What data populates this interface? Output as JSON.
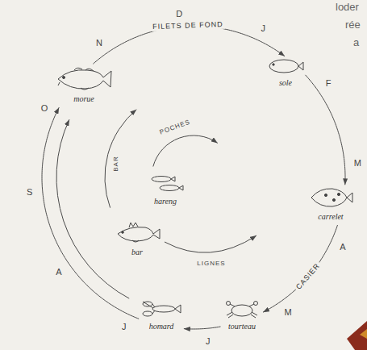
{
  "diagram": {
    "nodes": [
      {
        "text": [
          "morue"
        ]
      },
      {
        "text": [
          "sole"
        ]
      },
      {
        "text": [
          "carrelet"
        ]
      },
      {
        "text": [
          "tourteau"
        ]
      },
      {
        "text": [
          "homard"
        ]
      },
      {
        "text": [
          "hareng"
        ]
      },
      {
        "text": [
          "bar"
        ]
      }
    ],
    "edges": [
      {
        "from": 0,
        "to": 1,
        "arrow": "to",
        "label": "FILETS DE FOND"
      },
      {
        "from": 1,
        "to": 2,
        "arrow": "to"
      },
      {
        "from": 2,
        "to": 3,
        "arrow": "to",
        "label": "CASIER"
      },
      {
        "from": 3,
        "to": 4,
        "arrow": "to"
      },
      {
        "from": 4,
        "to": 0,
        "arrow": "to"
      }
    ],
    "labels": [
      "loder",
      "rée",
      "a",
      "D",
      "J",
      "F",
      "M",
      "A",
      "M",
      "J",
      "J",
      "A",
      "S",
      "O",
      "N",
      "POCHES",
      "BAR",
      "LIGNES"
    ]
  }
}
